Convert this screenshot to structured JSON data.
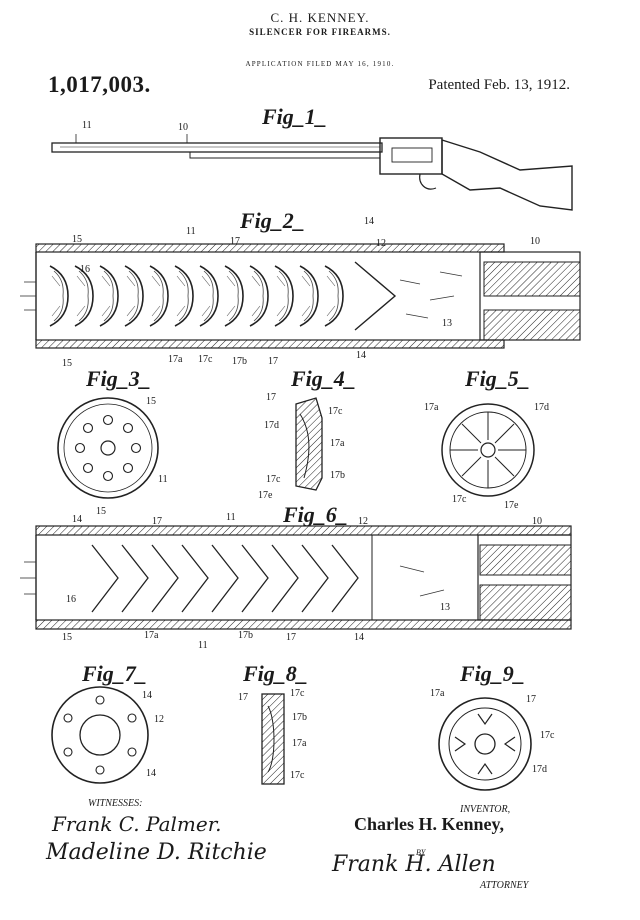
{
  "header": {
    "inventor_name": "C. H. KENNEY.",
    "title": "SILENCER FOR FIREARMS.",
    "application_filed": "APPLICATION FILED MAY 16, 1910.",
    "patent_number": "1,017,003.",
    "patented_date": "Patented Feb. 13, 1912."
  },
  "figures": {
    "fig1": "Fig_1_",
    "fig2": "Fig_2_",
    "fig3": "Fig_3_",
    "fig4": "Fig_4_",
    "fig5": "Fig_5_",
    "fig6": "Fig_6_",
    "fig7": "Fig_7_",
    "fig8": "Fig_8_",
    "fig9": "Fig_9_"
  },
  "refs": {
    "fig1": [
      "11",
      "10"
    ],
    "fig2": [
      "15",
      "11",
      "17",
      "14",
      "12",
      "10",
      "16",
      "13",
      "15",
      "17a",
      "17c",
      "17b",
      "17",
      "14"
    ],
    "fig3": [
      "15",
      "11",
      "15"
    ],
    "fig4": [
      "17",
      "17c",
      "17d",
      "17a",
      "17b",
      "17c",
      "17e"
    ],
    "fig5": [
      "17a",
      "17d",
      "17c",
      "17e"
    ],
    "fig6": [
      "14",
      "17",
      "11",
      "12",
      "10",
      "16",
      "13",
      "15",
      "17a",
      "11",
      "17b",
      "17",
      "14"
    ],
    "fig7": [
      "14",
      "12",
      "14"
    ],
    "fig8": [
      "17",
      "17c",
      "17b",
      "17a",
      "17c"
    ],
    "fig9": [
      "17a",
      "17",
      "17c",
      "17d"
    ]
  },
  "signatures": {
    "witnesses_label": "WITNESSES:",
    "witness_1": "Frank C. Palmer.",
    "witness_2": "Madeline D. Ritchie",
    "inventor_label": "INVENTOR,",
    "inventor": "Charles H. Kenney,",
    "by_label": "BY",
    "attorney": "Frank H. Allen",
    "attorney_label": "ATTORNEY"
  }
}
